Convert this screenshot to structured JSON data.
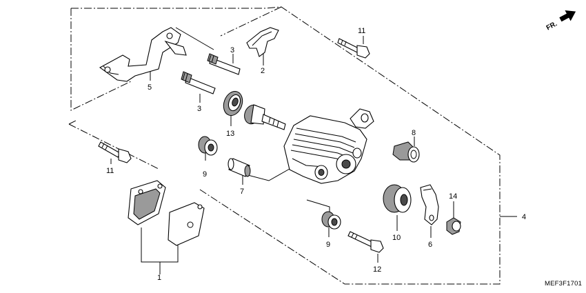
{
  "direction_indicator": {
    "label": "FR."
  },
  "diagram_code": "MEF3F1701",
  "callouts": {
    "c1": "1",
    "c2": "2",
    "c3a": "3",
    "c3b": "3",
    "c4": "4",
    "c5": "5",
    "c6": "6",
    "c7": "7",
    "c8": "8",
    "c9a": "9",
    "c9b": "9",
    "c10": "10",
    "c11a": "11",
    "c11b": "11",
    "c12": "12",
    "c13": "13",
    "c14": "14"
  }
}
